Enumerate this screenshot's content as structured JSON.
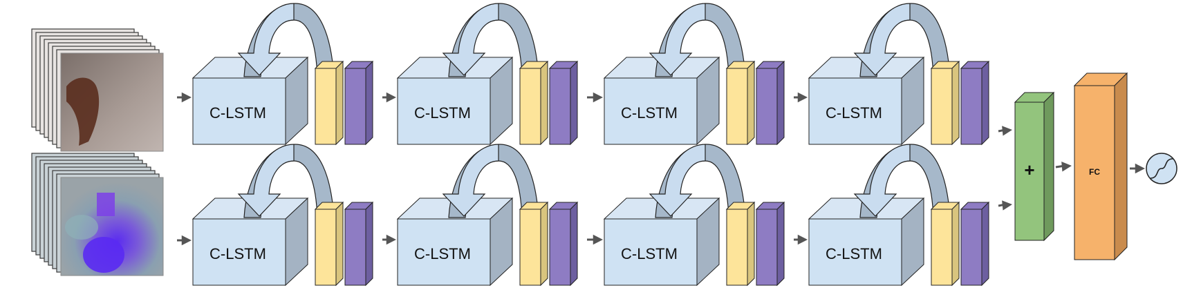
{
  "diagram": {
    "cell_label": "C-LSTM",
    "fuse_label": "+",
    "fc_label": "FC",
    "input_streams": [
      {
        "name": "rgb-frames",
        "content": "stack of RGB video frames (horse)"
      },
      {
        "name": "optical-flow-frames",
        "content": "stack of optical-flow frames"
      }
    ],
    "num_streams": 2,
    "cells_per_stream": 4,
    "icons": {
      "recurrence": "curved-loop-arrow-icon",
      "flow": "right-arrow-icon",
      "output": "sigmoid-icon"
    },
    "colors": {
      "cell_front": "#cfe2f3",
      "cell_top": "#d8e6f4",
      "cell_side": "#a4b3c3",
      "loop_arrow_light": "#c9dcef",
      "loop_arrow_dark": "#a6b8ca",
      "norm_block": "#fde49a",
      "norm_block_side": "#d9c57e",
      "pool_block": "#8e7cc3",
      "pool_block_side": "#6d5fa0",
      "fuse_block": "#93c47d",
      "fuse_block_side": "#6f9a5d",
      "fc_block": "#f6b26b",
      "fc_block_side": "#c98b4d",
      "arrow": "#555555",
      "outline": "#222222"
    }
  }
}
